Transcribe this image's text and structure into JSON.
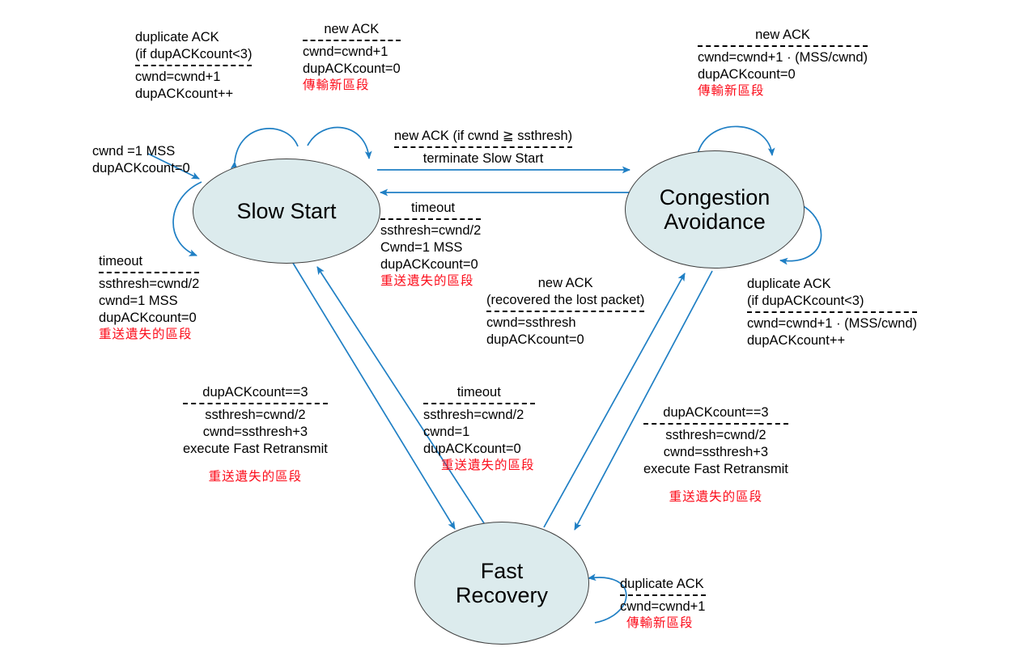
{
  "diagram": {
    "title": "TCP Congestion Control Finite State Machine",
    "accent_arrow_color": "#1f7fc4",
    "node_fill": "#dcebed",
    "node_border": "#3f3f3f",
    "chinese_note_color": "#fc0d1b"
  },
  "states": [
    {
      "id": "slow-start",
      "label": "Slow Start"
    },
    {
      "id": "congestion-avoidance",
      "label_line1": "Congestion",
      "label_line2": "Avoidance"
    },
    {
      "id": "fast-recovery",
      "label_line1": "Fast",
      "label_line2": "Recovery"
    }
  ],
  "labels": {
    "ss_dup_ack": {
      "cond1": "duplicate ACK",
      "cond2": "(if dupACKcount<3)",
      "act1": "cwnd=cwnd+1",
      "act2": "dupACKcount++"
    },
    "ss_new_ack": {
      "cond1": "new ACK",
      "act1": "cwnd=cwnd+1",
      "act2": "dupACKcount=0",
      "cn": "傳輸新區段"
    },
    "ca_new_ack": {
      "cond1": "new ACK",
      "act1": "cwnd=cwnd+1 ·   (MSS/cwnd)",
      "act2": "dupACKcount=0",
      "cn": "傳輸新區段"
    },
    "init": {
      "act1": "cwnd =1 MSS",
      "act2": "dupACKcount=0"
    },
    "ss_timeout_self": {
      "cond1": "timeout",
      "act1": "ssthresh=cwnd/2",
      "act2": "cwnd=1 MSS",
      "act3": "dupACKcount=0",
      "cn": "重送遺失的區段"
    },
    "ss_to_ca": {
      "cond1": "new ACK (if cwnd ≧ ssthresh)",
      "act1": "terminate Slow Start"
    },
    "ca_to_ss": {
      "cond1": "timeout",
      "act1": "ssthresh=cwnd/2",
      "act2": "Cwnd=1 MSS",
      "act3": "dupACKcount=0",
      "cn": "重送遺失的區段"
    },
    "fr_to_ca": {
      "cond1": "new ACK",
      "cond2": "(recovered the lost packet)",
      "act1": "cwnd=ssthresh",
      "act2": "dupACKcount=0"
    },
    "ca_dup_ack": {
      "cond1": "duplicate ACK",
      "cond2": "(if dupACKcount<3)",
      "act1": "cwnd=cwnd+1 ·   (MSS/cwnd)",
      "act2": "dupACKcount++"
    },
    "ss_to_fr": {
      "cond1": "dupACKcount==3",
      "act1": "ssthresh=cwnd/2",
      "act2": "cwnd=ssthresh+3",
      "act3": "execute Fast Retransmit",
      "cn": "重送遺失的區段"
    },
    "fr_timeout": {
      "cond1": "timeout",
      "act1": "ssthresh=cwnd/2",
      "act2": "cwnd=1",
      "act3": "dupACKcount=0",
      "cn": "重送遺失的區段"
    },
    "ca_to_fr": {
      "cond1": "dupACKcount==3",
      "act1": "ssthresh=cwnd/2",
      "act2": "cwnd=ssthresh+3",
      "act3": "execute Fast Retransmit",
      "cn": "重送遺失的區段"
    },
    "fr_dup_ack": {
      "cond1": "duplicate ACK",
      "act1": "cwnd=cwnd+1",
      "cn": "傳輸新區段"
    }
  }
}
